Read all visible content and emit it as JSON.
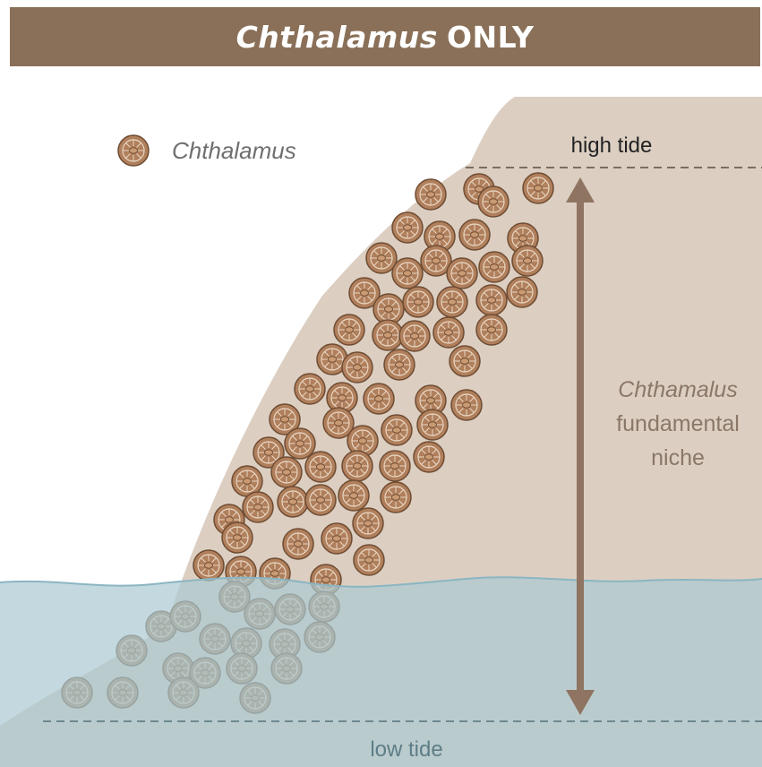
{
  "title": {
    "species": "Chthalamus",
    "suffix": "ONLY"
  },
  "legend": {
    "label": "Chthalamus"
  },
  "tides": {
    "high": "high tide",
    "low": "low tide"
  },
  "niche": {
    "line1": "Chthamalus",
    "line2": "fundamental",
    "line3": "niche"
  },
  "colors": {
    "banner": "#8a7058",
    "rock": "#dccfc2",
    "water": "#a9c9d2",
    "barnacle": "#b07f5c",
    "arrow": "#8f7461",
    "niche_text": "#8a7767"
  }
}
